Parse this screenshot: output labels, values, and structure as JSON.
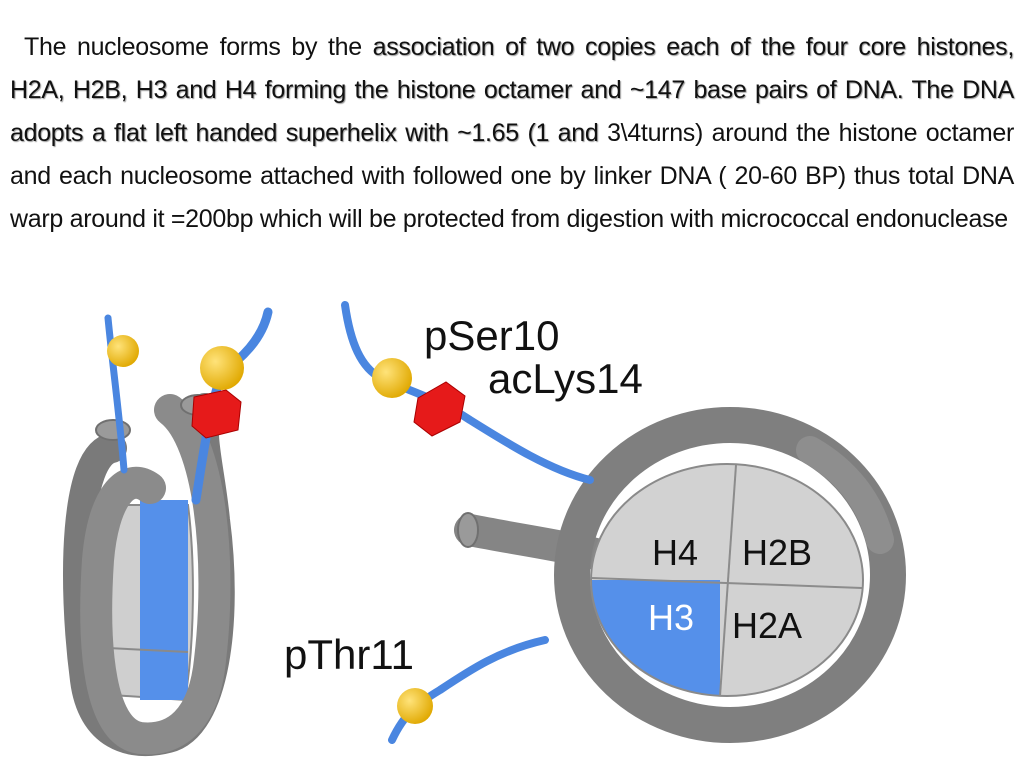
{
  "caption": {
    "part1": "The nucleosome forms by the ",
    "part2": "association of two copies each of the four core histones, H2A, H2B, H3 and H4 forming the histone octamer and ~147 base pairs of DNA. The DNA adopts a flat left handed superhelix with ~1.65 (1 and",
    "part3": " 3\\4turns)   around the histone octamer and each nucleosome attached with followed one by linker DNA ( 20-60 BP) thus total DNA warp around it =200bp which will be protected from digestion with micrococcal    endonuclease"
  },
  "labels": {
    "pser10": "pSer10",
    "aclys14": "acLys14",
    "pthr11": "pThr11",
    "h4": "H4",
    "h2b": "H2B",
    "h3": "H3",
    "h2a": "H2A"
  },
  "colors": {
    "dna": "#7a7a7a",
    "histone_tail": "#4a86e0",
    "core": "#d4d4d4",
    "h3": "#5590ea",
    "phospho_marker": "#f5c21b",
    "acetyl_marker": "#e61a1a"
  }
}
